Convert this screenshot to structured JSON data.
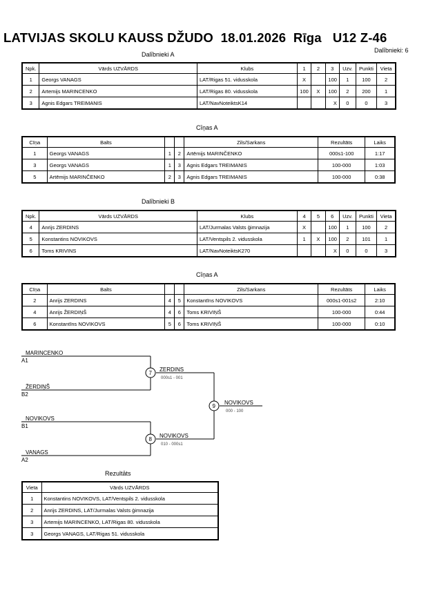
{
  "title": "LATVIJAS SKOLU KAUSS DŽUDO  18.01.2026  Rīga   U12 Z-46",
  "participants_count": "Dalībnieki: 6",
  "pool_a": {
    "heading": "Dalībnieki A",
    "headers": [
      "Npk.",
      "Vārds UZVĀRDS",
      "Klubs",
      "1",
      "2",
      "3",
      "Uzv.",
      "Punkti",
      "Vieta"
    ],
    "rows": [
      [
        "1",
        "Georgs VANAGS",
        "LAT/Rigas 51. vidusskola",
        "X",
        "",
        "100",
        "1",
        "100",
        "2"
      ],
      [
        "2",
        "Artemijs MARINCENKO",
        "LAT/Rigas 80. vidusskola",
        "100",
        "X",
        "100",
        "2",
        "200",
        "1"
      ],
      [
        "3",
        "Agnis Edgars TREIMANIS",
        "LAT/NavNoteiktsK14",
        "",
        "",
        "X",
        "0",
        "0",
        "3"
      ]
    ]
  },
  "fights_a": {
    "heading": "Cīņas A",
    "headers": [
      "Cīņa",
      "Balts",
      "",
      "",
      "Zils/Sarkans",
      "Rezultāts",
      "Laiks"
    ],
    "rows": [
      [
        "1",
        "Georgs VANAGS",
        "1",
        "2",
        "Artēmijs MARINČENKO",
        "000s1-100",
        "1:17"
      ],
      [
        "3",
        "Georgs VANAGS",
        "1",
        "3",
        "Agnis Edgars TREIMANIS",
        "100-000",
        "1:03"
      ],
      [
        "5",
        "Artēmijs MARINČENKO",
        "2",
        "3",
        "Agnis Edgars TREIMANIS",
        "100-000",
        "0:38"
      ]
    ]
  },
  "pool_b": {
    "heading": "Dalībnieki B",
    "headers": [
      "Npk.",
      "Vārds UZVĀRDS",
      "Klubs",
      "4",
      "5",
      "6",
      "Uzv.",
      "Punkti",
      "Vieta"
    ],
    "rows": [
      [
        "4",
        "Anrijs ZERDINS",
        "LAT/Jurmalas Valsts ģimnazija",
        "X",
        "",
        "100",
        "1",
        "100",
        "2"
      ],
      [
        "5",
        "Konstantins NOVIKOVS",
        "LAT/Ventspils 2. vidusskola",
        "1",
        "X",
        "100",
        "2",
        "101",
        "1"
      ],
      [
        "6",
        "Toms KRIVINS",
        "LAT/NavNoteiktsK270",
        "",
        "",
        "X",
        "0",
        "0",
        "3"
      ]
    ]
  },
  "fights_b": {
    "heading": "Cīņas A",
    "headers": [
      "Cīņa",
      "Balts",
      "",
      "",
      "Zils/Sarkans",
      "Rezultāts",
      "Laiks"
    ],
    "rows": [
      [
        "2",
        "Anrijs ZERDINS",
        "4",
        "5",
        "Konstantīns NOVIKOVS",
        "000s1-001s2",
        "2:10"
      ],
      [
        "4",
        "Anrijs ŽERDIŅŠ",
        "4",
        "6",
        "Toms KRIVIŅŠ",
        "100-000",
        "0:44"
      ],
      [
        "6",
        "Konstantīns NOVIKOVS",
        "5",
        "6",
        "Toms KRIVIŅŠ",
        "100-000",
        "0:10"
      ]
    ]
  },
  "bracket": {
    "entries": [
      {
        "name": "MARINCENKO",
        "seed": "A1"
      },
      {
        "name": "ŽERDIŅŠ",
        "seed": "B2"
      },
      {
        "name": "NOVIKOVS",
        "seed": "B1"
      },
      {
        "name": "VANAGS",
        "seed": "A2"
      }
    ],
    "semi1": {
      "number": "7",
      "winner": "ZERDINS",
      "score": "000s1 - 001"
    },
    "semi2": {
      "number": "8",
      "winner": "NOVIKOVS",
      "score": "010 - 000s1"
    },
    "final": {
      "number": "9",
      "winner": "NOVIKOVS",
      "score": "000 - 100"
    }
  },
  "results": {
    "heading": "Rezultāts",
    "headers": [
      "Vieta",
      "Vārds UZVĀRDS"
    ],
    "rows": [
      [
        "1",
        "Konstantins NOVIKOVS, LAT/Ventspils 2. vidusskola"
      ],
      [
        "2",
        "Anrijs ZERDINS, LAT/Jurmalas Valsts ģimnazija"
      ],
      [
        "3",
        "Artemijs MARINCENKO, LAT/Rigas 80. vidusskola"
      ],
      [
        "3",
        "Georgs VANAGS, LAT/Rigas 51. vidusskola"
      ]
    ]
  }
}
